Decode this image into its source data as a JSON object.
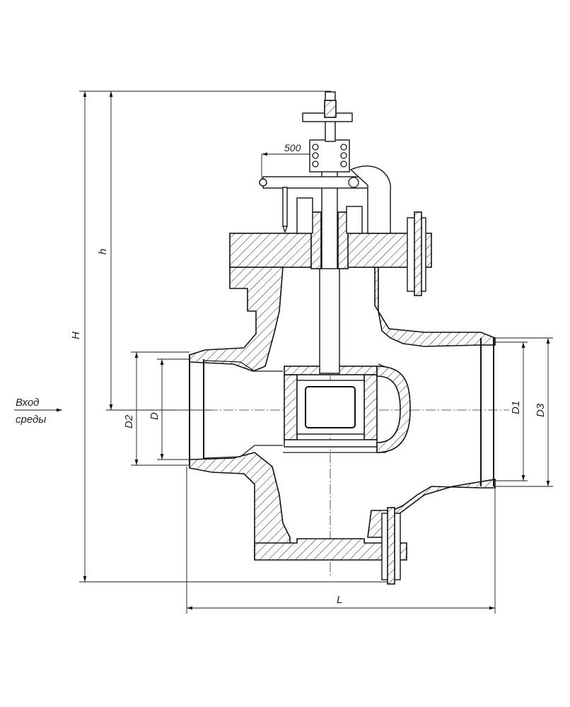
{
  "labels": {
    "inlet_line1": "Вход",
    "inlet_line2": "среды",
    "height_total": "H",
    "height_to_axis": "h",
    "length": "L",
    "D": "D",
    "D1": "D1",
    "D2": "D2",
    "D3": "D3",
    "handle_length": "500"
  }
}
